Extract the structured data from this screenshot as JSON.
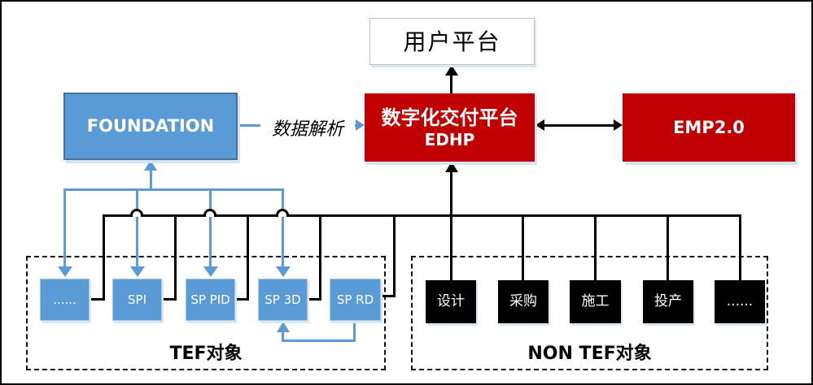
{
  "nodes": {
    "user_platform": "用户平台",
    "foundation": "FOUNDATION",
    "edhp_line1": "数字化交付平台",
    "edhp_line2": "EDHP",
    "emp": "EMP2.0"
  },
  "connectors": {
    "data_parse_label": "数据解析"
  },
  "groups": {
    "tef": {
      "label": "TEF对象",
      "items": [
        "......",
        "SPI",
        "SP PID",
        "SP 3D",
        "SP RD"
      ]
    },
    "non_tef": {
      "label": "NON TEF对象",
      "items": [
        "设计",
        "采购",
        "施工",
        "投产",
        "......"
      ]
    }
  },
  "colors": {
    "node_blue": "#5B9BD5",
    "node_blue_border": "#41719C",
    "node_red": "#C00000",
    "node_black": "#000000",
    "connector_blue": "#5B9BD5",
    "connector_black": "#000000",
    "white_node_border": "#BFBFBF",
    "shadow_blue": "#D9E6F4"
  }
}
